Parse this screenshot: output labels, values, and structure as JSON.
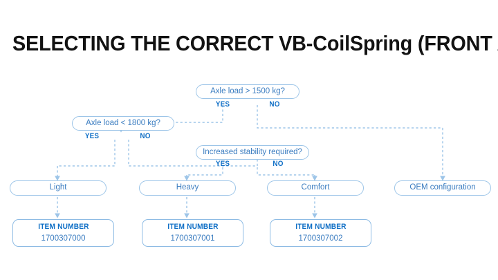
{
  "title": "SELECTING THE CORRECT VB-CoilSpring (FRONT AXLE)",
  "colors": {
    "title_text": "#121212",
    "node_border": "#9dc5e8",
    "node_text": "#3a7cc0",
    "branch_label": "#0f6fc6",
    "item_border": "#8dbbe4",
    "item_title": "#0f6fc6",
    "item_value": "#3a7cc0",
    "connector": "#9dc5e8",
    "background": "#ffffff"
  },
  "chart_data": {
    "type": "diagram",
    "title": "SELECTING THE CORRECT VB-CoilSpring (FRONT AXLE)",
    "nodes": [
      {
        "id": "d1",
        "kind": "decision",
        "label": "Axle load > 1500 kg?"
      },
      {
        "id": "d2",
        "kind": "decision",
        "label": "Axle load < 1800 kg?"
      },
      {
        "id": "d3",
        "kind": "decision",
        "label": "Increased stability required?"
      },
      {
        "id": "r1",
        "kind": "result",
        "label": "Light"
      },
      {
        "id": "r2",
        "kind": "result",
        "label": "Heavy"
      },
      {
        "id": "r3",
        "kind": "result",
        "label": "Comfort"
      },
      {
        "id": "r4",
        "kind": "result",
        "label": "OEM configuration"
      },
      {
        "id": "i1",
        "kind": "item",
        "title": "ITEM NUMBER",
        "value": "1700307000"
      },
      {
        "id": "i2",
        "kind": "item",
        "title": "ITEM NUMBER",
        "value": "1700307001"
      },
      {
        "id": "i3",
        "kind": "item",
        "title": "ITEM NUMBER",
        "value": "1700307002"
      }
    ],
    "edges": [
      {
        "from": "d1",
        "to": "d2",
        "label": "YES"
      },
      {
        "from": "d1",
        "to": "r4",
        "label": "NO"
      },
      {
        "from": "d2",
        "to": "r1",
        "label": "YES"
      },
      {
        "from": "d2",
        "to": "d3",
        "label": "NO"
      },
      {
        "from": "d3",
        "to": "r2",
        "label": "YES"
      },
      {
        "from": "d3",
        "to": "r3",
        "label": "NO"
      },
      {
        "from": "r1",
        "to": "i1",
        "label": ""
      },
      {
        "from": "r2",
        "to": "i2",
        "label": ""
      },
      {
        "from": "r3",
        "to": "i3",
        "label": ""
      }
    ]
  },
  "decisions": [
    {
      "label": "Axle load > 1500 kg?",
      "yes": "YES",
      "no": "NO"
    },
    {
      "label": "Axle load < 1800 kg?",
      "yes": "YES",
      "no": "NO"
    },
    {
      "label": "Increased stability required?",
      "yes": "YES",
      "no": "NO"
    }
  ],
  "results": [
    {
      "label": "Light"
    },
    {
      "label": "Heavy"
    },
    {
      "label": "Comfort"
    },
    {
      "label": "OEM configuration"
    }
  ],
  "items": [
    {
      "title": "ITEM NUMBER",
      "value": "1700307000"
    },
    {
      "title": "ITEM NUMBER",
      "value": "1700307001"
    },
    {
      "title": "ITEM NUMBER",
      "value": "1700307002"
    }
  ]
}
